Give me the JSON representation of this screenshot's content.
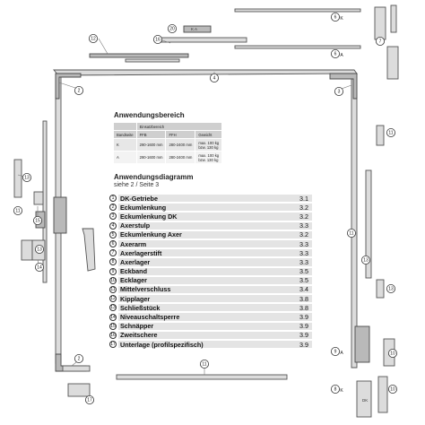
{
  "headings": {
    "range": "Anwendungsbereich",
    "diagram": "Anwendungsdiagramm",
    "diagram_sub": "siehe 2 / Seite 3"
  },
  "range_table": {
    "group_header": "Einsatzbereich",
    "columns": [
      "Bandseite",
      "FFB",
      "FFH",
      "Gewicht"
    ],
    "rows": [
      [
        "K",
        "290-1600 mm",
        "280-2400 mm",
        "max. 100 kg"
      ],
      [
        "A",
        "290-1600 mm",
        "280-2400 mm",
        "max. 100 kg"
      ]
    ],
    "weight_notes": [
      "bzw. 130 kg",
      "bzw. 130 kg"
    ]
  },
  "parts": [
    {
      "num": "1",
      "label": "DK-Getriebe",
      "page": "3.1"
    },
    {
      "num": "2",
      "label": "Eckumlenkung",
      "page": "3.2"
    },
    {
      "num": "3",
      "label": "Eckumlenkung DK",
      "page": "3.2"
    },
    {
      "num": "4",
      "label": "Axerstulp",
      "page": "3.3"
    },
    {
      "num": "5",
      "label": "Eckumlenkung Axer",
      "page": "3.2"
    },
    {
      "num": "6",
      "label": "Axerarm",
      "page": "3.3"
    },
    {
      "num": "7",
      "label": "Axerlagerstift",
      "page": "3.3"
    },
    {
      "num": "8",
      "label": "Axerlager",
      "page": "3.3"
    },
    {
      "num": "9",
      "label": "Eckband",
      "page": "3.5"
    },
    {
      "num": "10",
      "label": "Ecklager",
      "page": "3.5"
    },
    {
      "num": "11",
      "label": "Mittelverschluss",
      "page": "3.4"
    },
    {
      "num": "12",
      "label": "Kipplager",
      "page": "3.8"
    },
    {
      "num": "13",
      "label": "Schließstück",
      "page": "3.8"
    },
    {
      "num": "14",
      "label": "Niveauschaltsperre",
      "page": "3.9"
    },
    {
      "num": "15",
      "label": "Schnäpper",
      "page": "3.9"
    },
    {
      "num": "16",
      "label": "Zweitschere",
      "page": "3.9"
    },
    {
      "num": "17",
      "label": "Unterlage (profilspezifisch)",
      "page": "3.9"
    }
  ],
  "diagram_callouts": [
    {
      "num": "12"
    },
    {
      "num": "16"
    },
    {
      "num": "20"
    },
    {
      "num": "2"
    },
    {
      "num": "4"
    },
    {
      "num": "6",
      "letter": "K"
    },
    {
      "num": "7"
    },
    {
      "num": "6",
      "letter": "A"
    },
    {
      "num": "3"
    },
    {
      "num": "13"
    },
    {
      "num": "11"
    },
    {
      "num": "15"
    },
    {
      "num": "13"
    },
    {
      "num": "14"
    },
    {
      "num": "11"
    },
    {
      "num": "13"
    },
    {
      "num": "11"
    },
    {
      "num": "13"
    },
    {
      "num": "9",
      "letter": "A"
    },
    {
      "num": "10"
    },
    {
      "num": "2"
    },
    {
      "num": "11"
    },
    {
      "num": "17"
    },
    {
      "num": "8",
      "letter": "K"
    },
    {
      "num": "10"
    }
  ],
  "stamp_text": "K A",
  "strip_text": "DK"
}
